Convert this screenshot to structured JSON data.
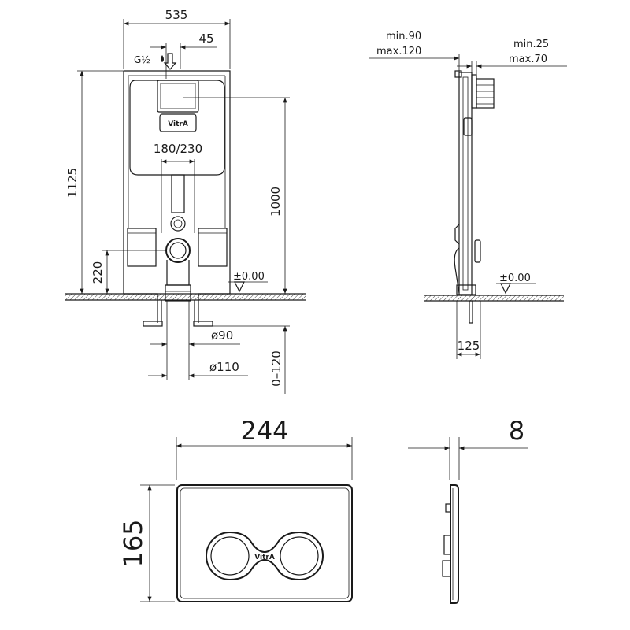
{
  "front_view": {
    "width": "535",
    "inlet_offset": "45",
    "inlet_size": "G½",
    "height": "1125",
    "cistern_height": "1000",
    "outlet_spacing": "180/230",
    "outlet_height": "220",
    "level_zero": "±0.00",
    "pipe_small": "ø90",
    "pipe_large": "ø110",
    "adjust_range": "0–120",
    "brand": "VitrA"
  },
  "side_view": {
    "depth_min": "min.90",
    "depth_max": "max.120",
    "wall_min": "min.25",
    "wall_max": "max.70",
    "level_zero": "±0.00",
    "base_depth": "125"
  },
  "flush_plate": {
    "width": "244",
    "height": "165",
    "thickness": "8",
    "brand": "VitrA"
  }
}
